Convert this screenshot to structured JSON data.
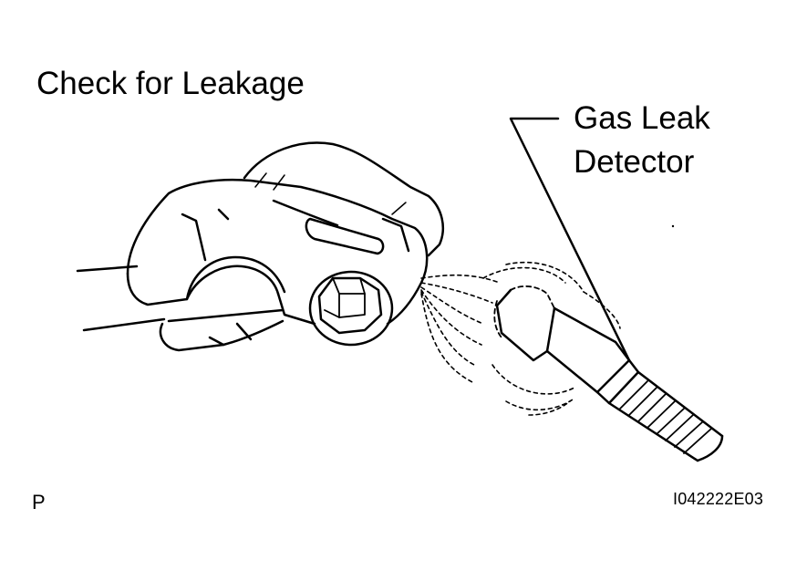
{
  "diagram": {
    "title": "Check for Leakage",
    "callout": {
      "line1": "Gas Leak",
      "line2": "Detector"
    },
    "corner_marker": "P",
    "figure_id": "I042222E03"
  },
  "colors": {
    "ink": "#000000",
    "paper": "#ffffff"
  }
}
